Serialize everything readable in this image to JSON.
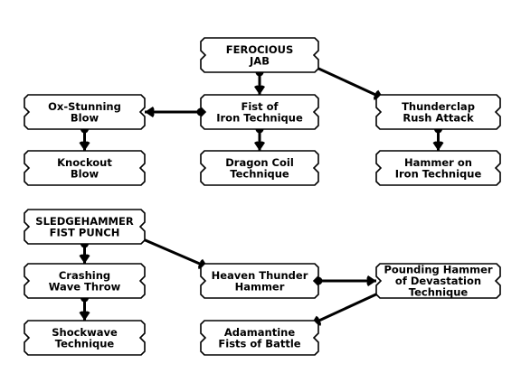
{
  "colors": {
    "line": "#000000",
    "fill": "#ffffff"
  },
  "nodes": [
    {
      "id": "ferocious-jab",
      "lines": [
        "FEROCIOUS",
        "JAB"
      ]
    },
    {
      "id": "ox-stunning-blow",
      "lines": [
        "Ox-Stunning",
        "Blow"
      ]
    },
    {
      "id": "fist-of-iron",
      "lines": [
        "Fist of",
        "Iron Technique"
      ]
    },
    {
      "id": "thunderclap-rush",
      "lines": [
        "Thunderclap",
        "Rush Attack"
      ]
    },
    {
      "id": "knockout-blow",
      "lines": [
        "Knockout",
        "Blow"
      ]
    },
    {
      "id": "dragon-coil",
      "lines": [
        "Dragon Coil",
        "Technique"
      ]
    },
    {
      "id": "hammer-on-iron",
      "lines": [
        "Hammer on",
        "Iron Technique"
      ]
    },
    {
      "id": "sledgehammer-fist",
      "lines": [
        "SLEDGEHAMMER",
        "FIST PUNCH"
      ]
    },
    {
      "id": "crashing-wave",
      "lines": [
        "Crashing",
        "Wave Throw"
      ]
    },
    {
      "id": "heaven-thunder",
      "lines": [
        "Heaven Thunder",
        "Hammer"
      ]
    },
    {
      "id": "pounding-hammer",
      "lines": [
        "Pounding Hammer",
        "of Devastation",
        "Technique"
      ]
    },
    {
      "id": "shockwave",
      "lines": [
        "Shockwave",
        "Technique"
      ]
    },
    {
      "id": "adamantine-fists",
      "lines": [
        "Adamantine",
        "Fists of Battle"
      ]
    }
  ],
  "links": [
    {
      "from": "ferocious-jab",
      "to": "fist-of-iron"
    },
    {
      "from": "ferocious-jab",
      "to": "thunderclap-rush"
    },
    {
      "from": "fist-of-iron",
      "to": "ox-stunning-blow"
    },
    {
      "from": "fist-of-iron",
      "to": "dragon-coil"
    },
    {
      "from": "ox-stunning-blow",
      "to": "knockout-blow"
    },
    {
      "from": "thunderclap-rush",
      "to": "hammer-on-iron"
    },
    {
      "from": "sledgehammer-fist",
      "to": "crashing-wave"
    },
    {
      "from": "sledgehammer-fist",
      "to": "heaven-thunder"
    },
    {
      "from": "crashing-wave",
      "to": "shockwave"
    },
    {
      "from": "heaven-thunder",
      "to": "pounding-hammer"
    },
    {
      "from": "pounding-hammer",
      "to": "adamantine-fists"
    }
  ]
}
